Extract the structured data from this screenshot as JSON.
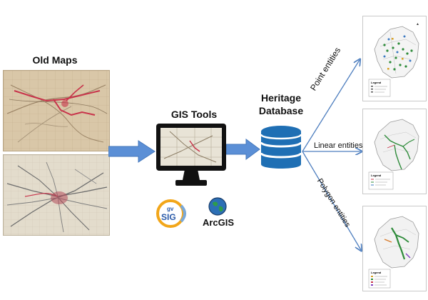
{
  "titles": {
    "old_maps": "Old Maps",
    "gis_tools": "GIS Tools",
    "heritage_db_line1": "Heritage",
    "heritage_db_line2": "Database"
  },
  "logos": {
    "gvsig": {
      "small": "gv",
      "big": "SIG"
    },
    "arcgis": "ArcGIS"
  },
  "branches": {
    "point": "Point entities",
    "linear": "Linear entities",
    "polygon": "Polygon entities"
  },
  "legend_title": "Legend",
  "colors": {
    "arrow_fill": "#5b8fd6",
    "arrow_edge": "#4477bb",
    "database": "#1f6fb4",
    "monitor": "#111111",
    "old_map_paper": "#d9c7a8",
    "route_red": "#c8344b",
    "map_green": "#2e8b3a"
  }
}
